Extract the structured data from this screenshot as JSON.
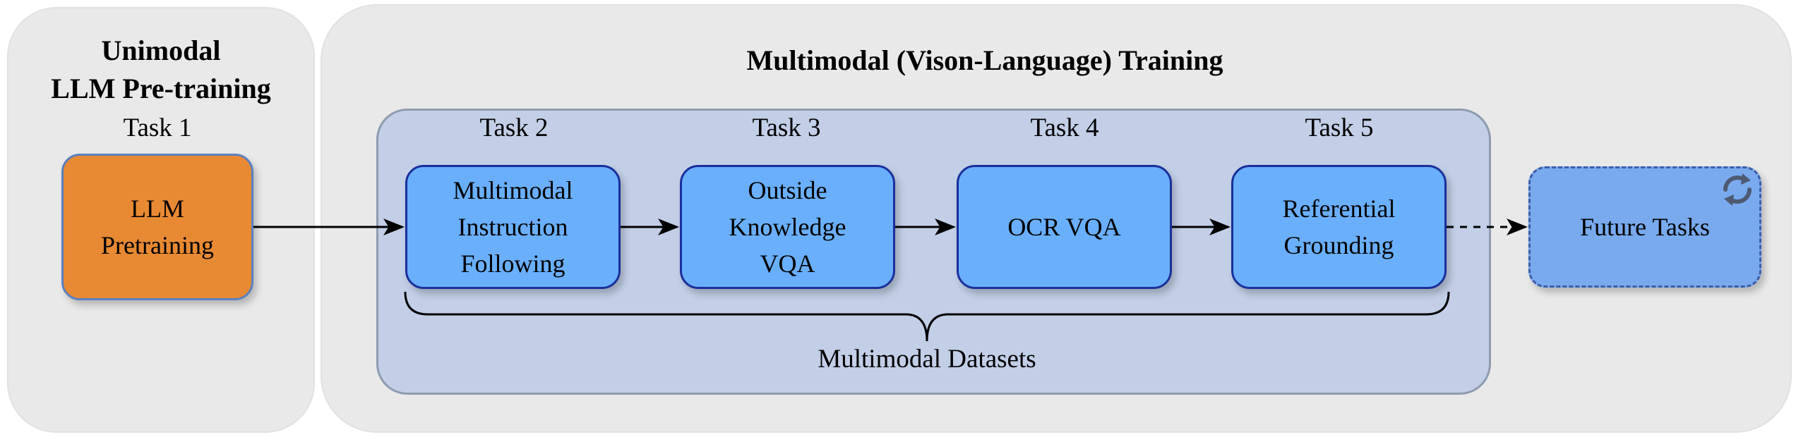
{
  "left_panel": {
    "title_line1": "Unimodal",
    "title_line2": "LLM Pre-training",
    "task_label": "Task 1",
    "box_label": "LLM\nPretraining"
  },
  "right_panel": {
    "title": "Multimodal (Vison-Language) Training",
    "tasks": [
      {
        "label": "Task 2",
        "box_label": "Multimodal\nInstruction\nFollowing"
      },
      {
        "label": "Task 3",
        "box_label": "Outside\nKnowledge\nVQA"
      },
      {
        "label": "Task 4",
        "box_label": "OCR VQA"
      },
      {
        "label": "Task 5",
        "box_label": "Referential\nGrounding"
      }
    ],
    "datasets_label": "Multimodal Datasets",
    "future_box_label": "Future Tasks",
    "future_icon": "sync-icon"
  },
  "colors": {
    "panel_bg": "#e9e9e9",
    "dataset_bg": "#c2cfe6",
    "task_box_fill": "#6aaffc",
    "task_box_border": "#1a2f9c",
    "llm_box_fill": "#e88a33",
    "future_box_fill": "#79aaee",
    "future_box_border": "#3c5da8"
  }
}
